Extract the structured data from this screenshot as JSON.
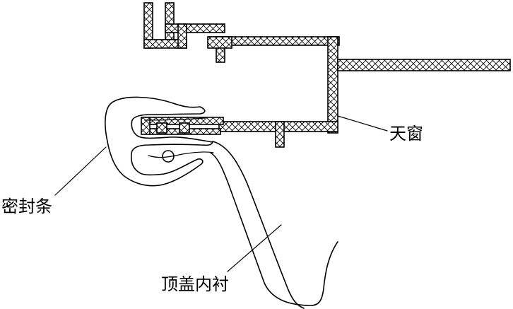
{
  "labels": {
    "sunroof": "天窗",
    "seal_strip": "密封条",
    "headliner": "顶盖内衬"
  },
  "colors": {
    "ink": "#000000",
    "background": "#ffffff"
  }
}
